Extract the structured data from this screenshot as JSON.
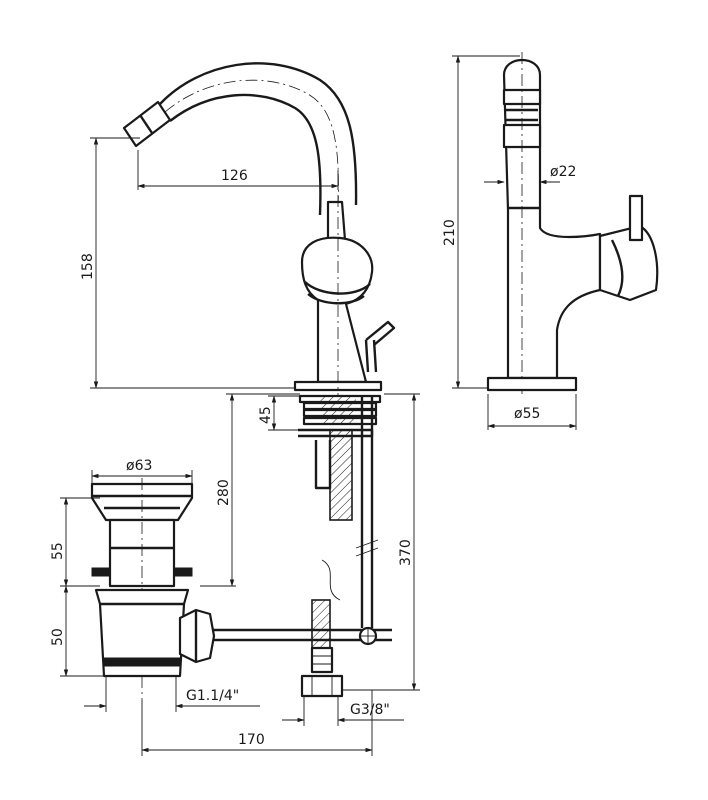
{
  "dimensions": {
    "spout_reach": "126",
    "spout_height": "158",
    "total_height": "210",
    "spout_diameter": "ø22",
    "base_diameter": "ø55",
    "deck_thickness": "45",
    "waste_flange_diameter": "ø63",
    "body_to_waste": "280",
    "flange_height": "55",
    "waste_body_height": "50",
    "waste_thread": "G1.1/4\"",
    "supply_length": "370",
    "supply_thread": "G3/8\"",
    "waste_to_tap": "170"
  }
}
